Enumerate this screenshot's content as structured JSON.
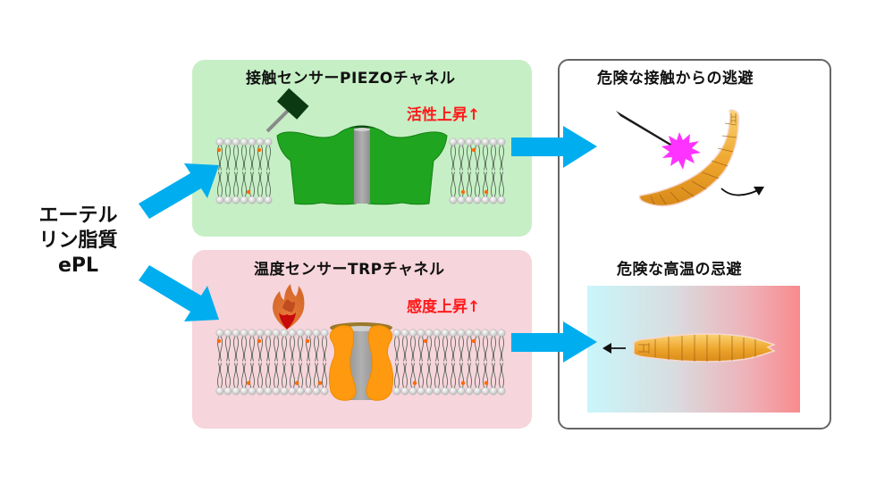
{
  "source_label": {
    "lines": [
      "エーテル",
      "リン脂質",
      "ePL"
    ]
  },
  "piezo_panel": {
    "title": "接触センサーPIEZOチャネル",
    "effect": "活性上昇↑",
    "stimulus_icon": "hammer-icon",
    "channel_color": "#1fa51f"
  },
  "trp_panel": {
    "title": "温度センサーTRPチャネル",
    "effect": "感度上昇↑",
    "stimulus_icon": "flame-icon",
    "channel_color": "#ff9a10"
  },
  "outcome_panel": {
    "touch": {
      "title": "危険な接触からの逃避",
      "icons": [
        "needle-icon",
        "impact-burst-icon",
        "larva-icon",
        "curved-arrow-icon"
      ]
    },
    "heat": {
      "title": "危険な高温の忌避",
      "icons": [
        "temperature-gradient",
        "larva-icon",
        "left-arrow-icon"
      ]
    }
  },
  "colors": {
    "arrow": "#00aeef",
    "effect_text": "#ff1a1a",
    "green_panel": "#c6efc5",
    "pink_panel": "#f6d5dc",
    "burst": "#ff33ff",
    "larva": "#f0b030"
  }
}
